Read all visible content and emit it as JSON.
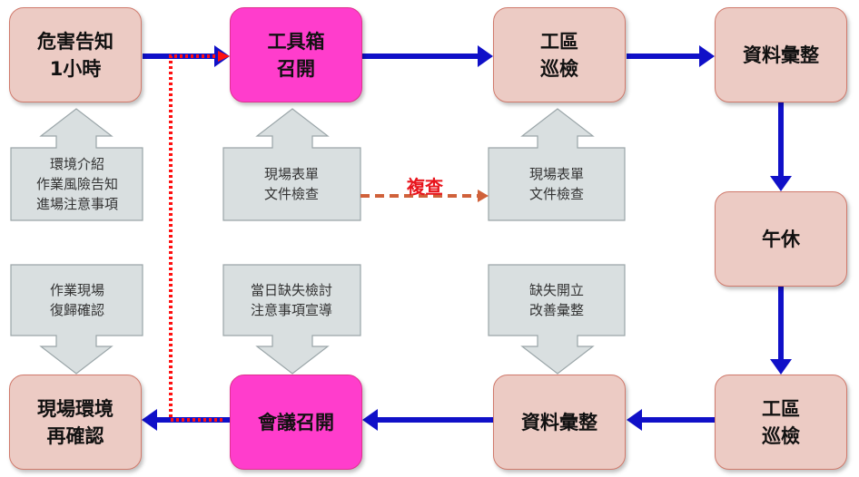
{
  "steps": [
    {
      "label": "危害告知\n1小時"
    },
    {
      "label": "工具箱\n召開"
    },
    {
      "label": "工區\n巡檢"
    },
    {
      "label": "資料彙整"
    },
    {
      "label": "午休"
    },
    {
      "label": "工區\n巡檢"
    },
    {
      "label": "資料彙整"
    },
    {
      "label": "會議召開"
    },
    {
      "label": "現場環境\n再確認"
    }
  ],
  "notes": [
    {
      "label": "環境介紹\n作業風險告知\n進場注意事項"
    },
    {
      "label": "現場表單\n文件檢查"
    },
    {
      "label": "現場表單\n文件檢查"
    },
    {
      "label": "作業現場\n復歸確認"
    },
    {
      "label": "當日缺失檢討\n注意事項宣導"
    },
    {
      "label": "缺失開立\n改善彙整"
    }
  ],
  "review_label": "複查",
  "colors": {
    "step": "#eccbc4",
    "highlight": "#ff3dcc",
    "flow": "#1010c8",
    "dotted": "#ff1010",
    "review": "#d0613a",
    "note": "#d9dfe0"
  }
}
